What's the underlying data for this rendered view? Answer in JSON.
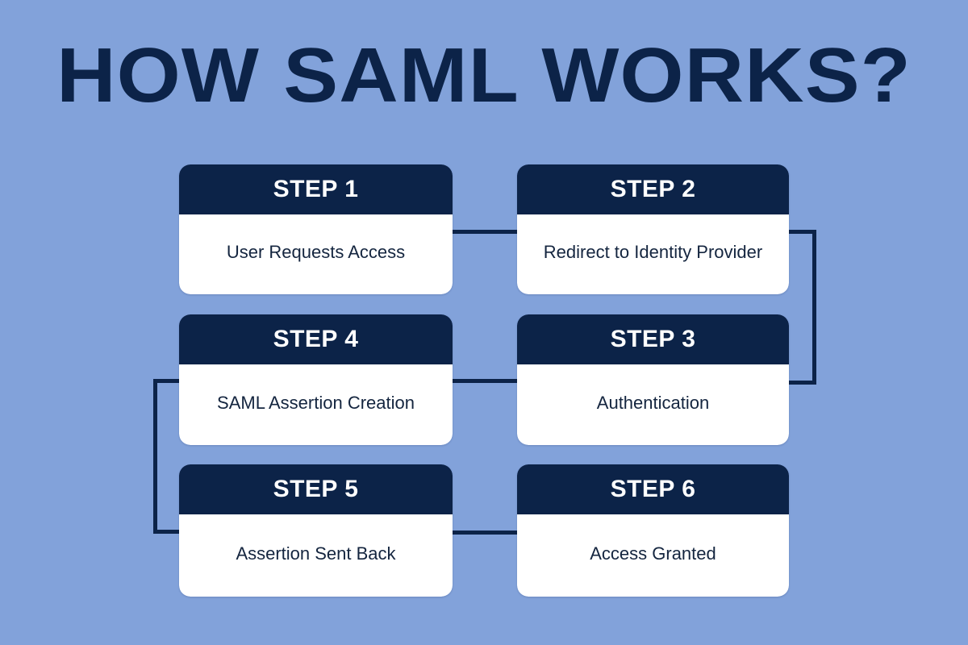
{
  "page": {
    "title": "HOW SAML WORKS?",
    "background_color": "#82a2da",
    "accent_navy": "#0c2348",
    "card_body_color": "#ffffff",
    "body_text_color": "#14253f"
  },
  "steps": [
    {
      "id": "step-1",
      "header": "STEP 1",
      "body": "User Requests Access"
    },
    {
      "id": "step-2",
      "header": "STEP 2",
      "body": "Redirect to Identity Provider"
    },
    {
      "id": "step-3",
      "header": "STEP 3",
      "body": "Authentication"
    },
    {
      "id": "step-4",
      "header": "STEP 4",
      "body": "SAML Assertion Creation"
    },
    {
      "id": "step-5",
      "header": "STEP 5",
      "body": "Assertion Sent Back"
    },
    {
      "id": "step-6",
      "header": "STEP 6",
      "body": "Access Granted"
    }
  ],
  "connectors": [
    {
      "id": "conn-1-2",
      "from": "STEP 1",
      "to": "STEP 2",
      "shape": "horizontal"
    },
    {
      "id": "conn-2-3",
      "from": "STEP 2",
      "to": "STEP 3",
      "shape": "right-bracket"
    },
    {
      "id": "conn-3-4",
      "from": "STEP 3",
      "to": "STEP 4",
      "shape": "horizontal"
    },
    {
      "id": "conn-4-5",
      "from": "STEP 4",
      "to": "STEP 5",
      "shape": "left-bracket"
    },
    {
      "id": "conn-5-6",
      "from": "STEP 5",
      "to": "STEP 6",
      "shape": "horizontal"
    }
  ]
}
